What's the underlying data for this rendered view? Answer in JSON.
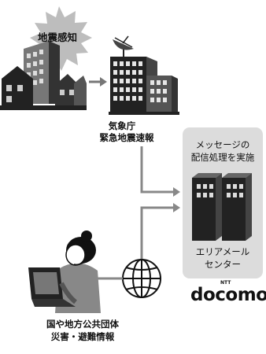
{
  "sensor": {
    "label": "地震感知"
  },
  "jma": {
    "line1": "気象庁",
    "line2": "緊急地震速報"
  },
  "processing": {
    "line1": "メッセージの",
    "line2": "配信処理を実施"
  },
  "area_mail_center": {
    "line1": "エリアメール",
    "line2": "センター"
  },
  "brand": {
    "small": "NTT",
    "logo": "docomo"
  },
  "government": {
    "line1": "国や地方公共団体",
    "line2": "災害・避難情報"
  },
  "colors": {
    "panel": "#dcdcdc",
    "ink": "#111111",
    "mid_gray": "#888888",
    "light_gray": "#bbbbbb"
  }
}
